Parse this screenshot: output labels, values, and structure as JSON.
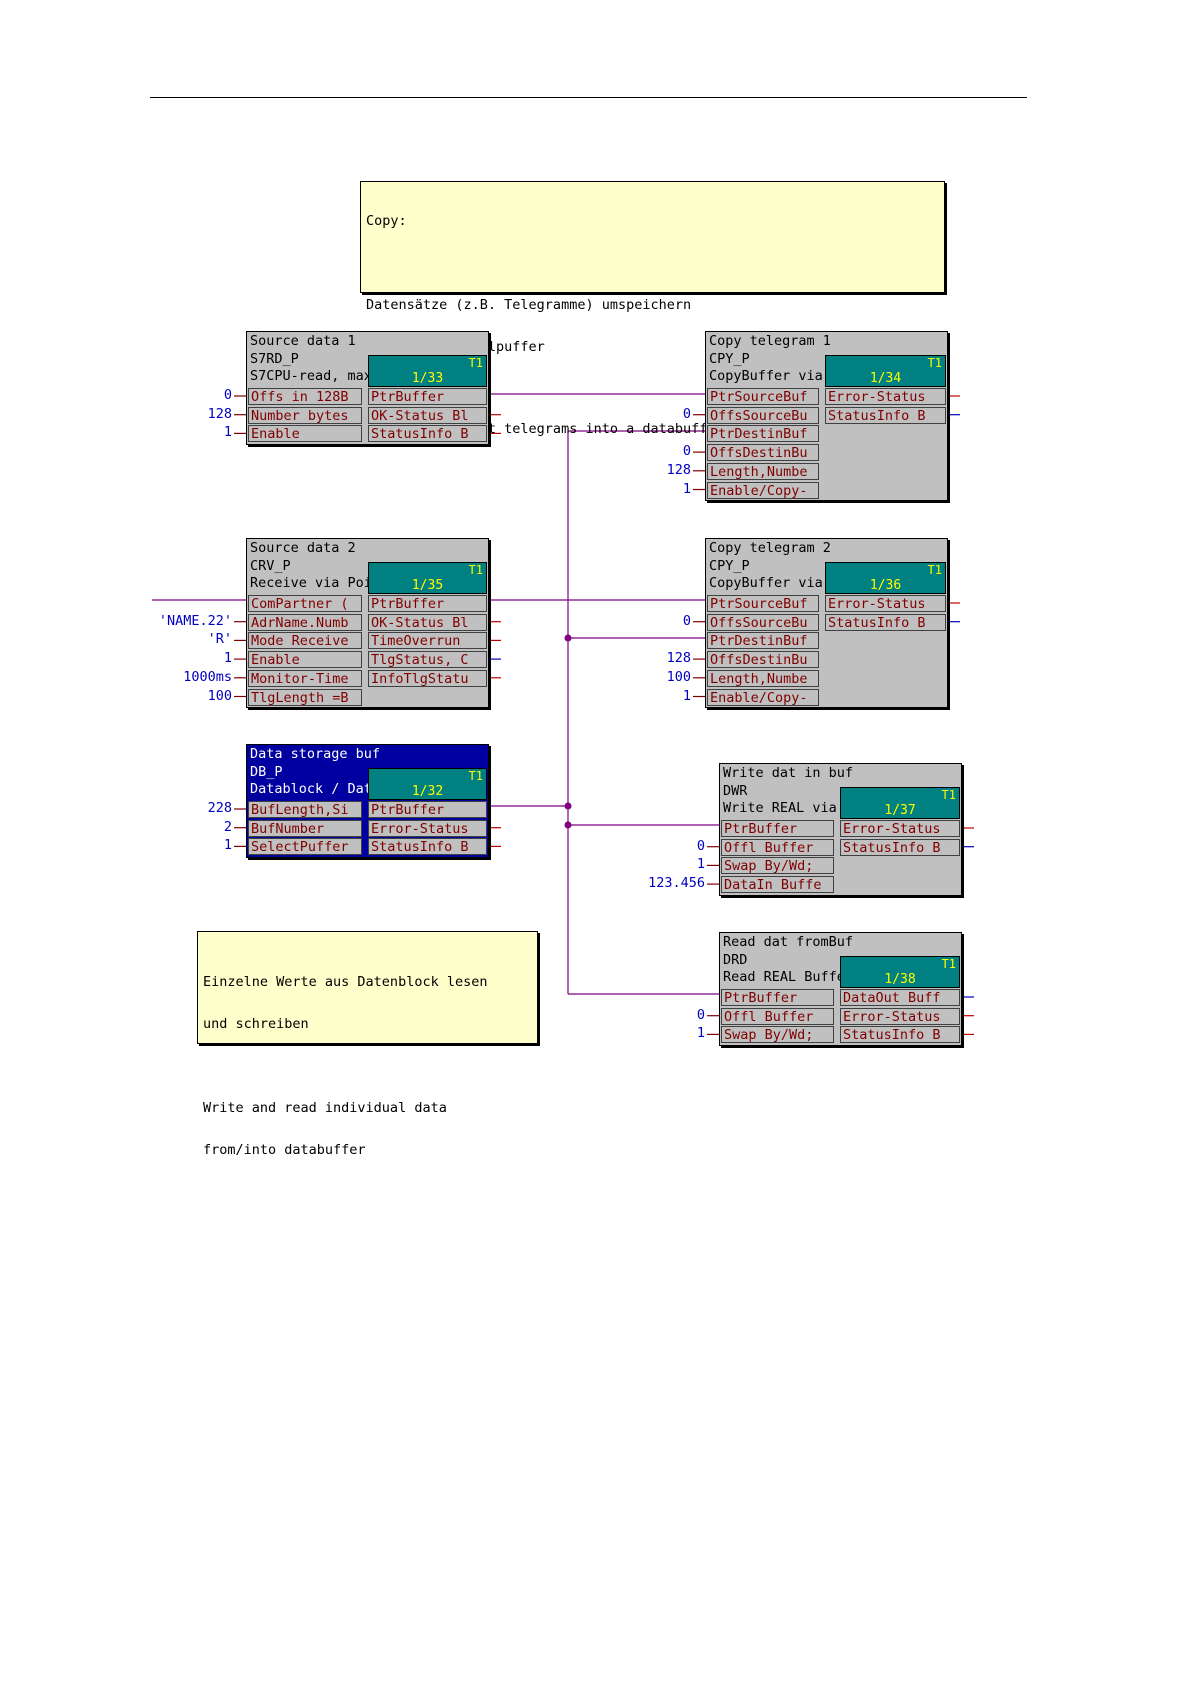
{
  "comments": {
    "top": {
      "lines": [
        "Copy:",
        "",
        "Datensätze (z.B. Telegramme) umspeichern",
        "in großen Sammelpuffer",
        "",
        "Copy 2 different telegrams into a databuffer"
      ]
    },
    "bottom": {
      "lines": [
        "Einzelne Werte aus Datenblock lesen",
        "und schreiben",
        "",
        "Write and read individual data",
        "from/into databuffer"
      ]
    }
  },
  "blocks": {
    "s7rd": {
      "header": [
        "Source data 1",
        "S7RD_P",
        "S7CPU-read, max"
      ],
      "task": "T1",
      "number": "1/33",
      "inputs": [
        "Offs in 128B",
        "Number bytes",
        "Enable"
      ],
      "input_values": [
        "0",
        "128",
        "1"
      ],
      "outputs": [
        "PtrBuffer",
        "OK-Status Bl",
        "StatusInfo B"
      ]
    },
    "crv": {
      "header": [
        "Source data 2",
        "CRV_P",
        "Receive via Poi"
      ],
      "task": "T1",
      "number": "1/35",
      "inputs": [
        "ComPartner (",
        "AdrName.Numb",
        "Mode Receive",
        "Enable",
        "Monitor-Time",
        "TlgLength =B"
      ],
      "input_values": [
        "",
        "'NAME.22'",
        "'R'",
        "1",
        "1000ms",
        "100"
      ],
      "outputs": [
        "PtrBuffer",
        "OK-Status Bl",
        "TimeOverrun",
        "TlgStatus, C",
        "InfoTlgStatu"
      ]
    },
    "dbp": {
      "header": [
        "Data storage buf",
        "DB_P",
        "Datablock / Dat"
      ],
      "task": "T1",
      "number": "1/32",
      "inputs": [
        "BufLength,Si",
        "BufNumber",
        "SelectPuffer"
      ],
      "input_values": [
        "228",
        "2",
        "1"
      ],
      "outputs": [
        "PtrBuffer",
        "Error-Status",
        "StatusInfo B"
      ]
    },
    "cpy1": {
      "header": [
        "Copy telegram 1",
        "CPY_P",
        "CopyBuffer via"
      ],
      "task": "T1",
      "number": "1/34",
      "inputs": [
        "PtrSourceBuf",
        "OffsSourceBu",
        "PtrDestinBuf",
        "OffsDestinBu",
        "Length,Numbe",
        "Enable/Copy-"
      ],
      "input_values": [
        "",
        "0",
        "",
        "0",
        "128",
        "1"
      ],
      "outputs": [
        "Error-Status",
        "StatusInfo B"
      ]
    },
    "cpy2": {
      "header": [
        "Copy telegram 2",
        "CPY_P",
        "CopyBuffer via"
      ],
      "task": "T1",
      "number": "1/36",
      "inputs": [
        "PtrSourceBuf",
        "OffsSourceBu",
        "PtrDestinBuf",
        "OffsDestinBu",
        "Length,Numbe",
        "Enable/Copy-"
      ],
      "input_values": [
        "",
        "0",
        "",
        "128",
        "100",
        "1"
      ],
      "outputs": [
        "Error-Status",
        "StatusInfo B"
      ]
    },
    "dwr": {
      "header": [
        "Write dat in buf",
        "DWR",
        "Write REAL via"
      ],
      "task": "T1",
      "number": "1/37",
      "inputs": [
        "PtrBuffer",
        "Offl Buffer",
        "Swap By/Wd;",
        "DataIn Buffe"
      ],
      "input_values": [
        "",
        "0",
        "1",
        "123.456"
      ],
      "outputs": [
        "Error-Status",
        "StatusInfo B"
      ]
    },
    "drd": {
      "header": [
        "Read dat fromBuf",
        "DRD",
        "Read REAL Buffe"
      ],
      "task": "T1",
      "number": "1/38",
      "inputs": [
        "PtrBuffer",
        "Offl Buffer",
        "Swap By/Wd;"
      ],
      "input_values": [
        "",
        "0",
        "1"
      ],
      "outputs": [
        "DataOut Buff",
        "Error-Status",
        "StatusInfo B"
      ]
    }
  },
  "colors": {
    "block": "#c0c0c0",
    "db_block": "#0000a0",
    "task_box": "#008080",
    "task_text": "#ffff00",
    "pin_text": "#800000",
    "value_text": "#0000c0",
    "connection": "#800080",
    "comment_bg": "#ffffcc"
  }
}
